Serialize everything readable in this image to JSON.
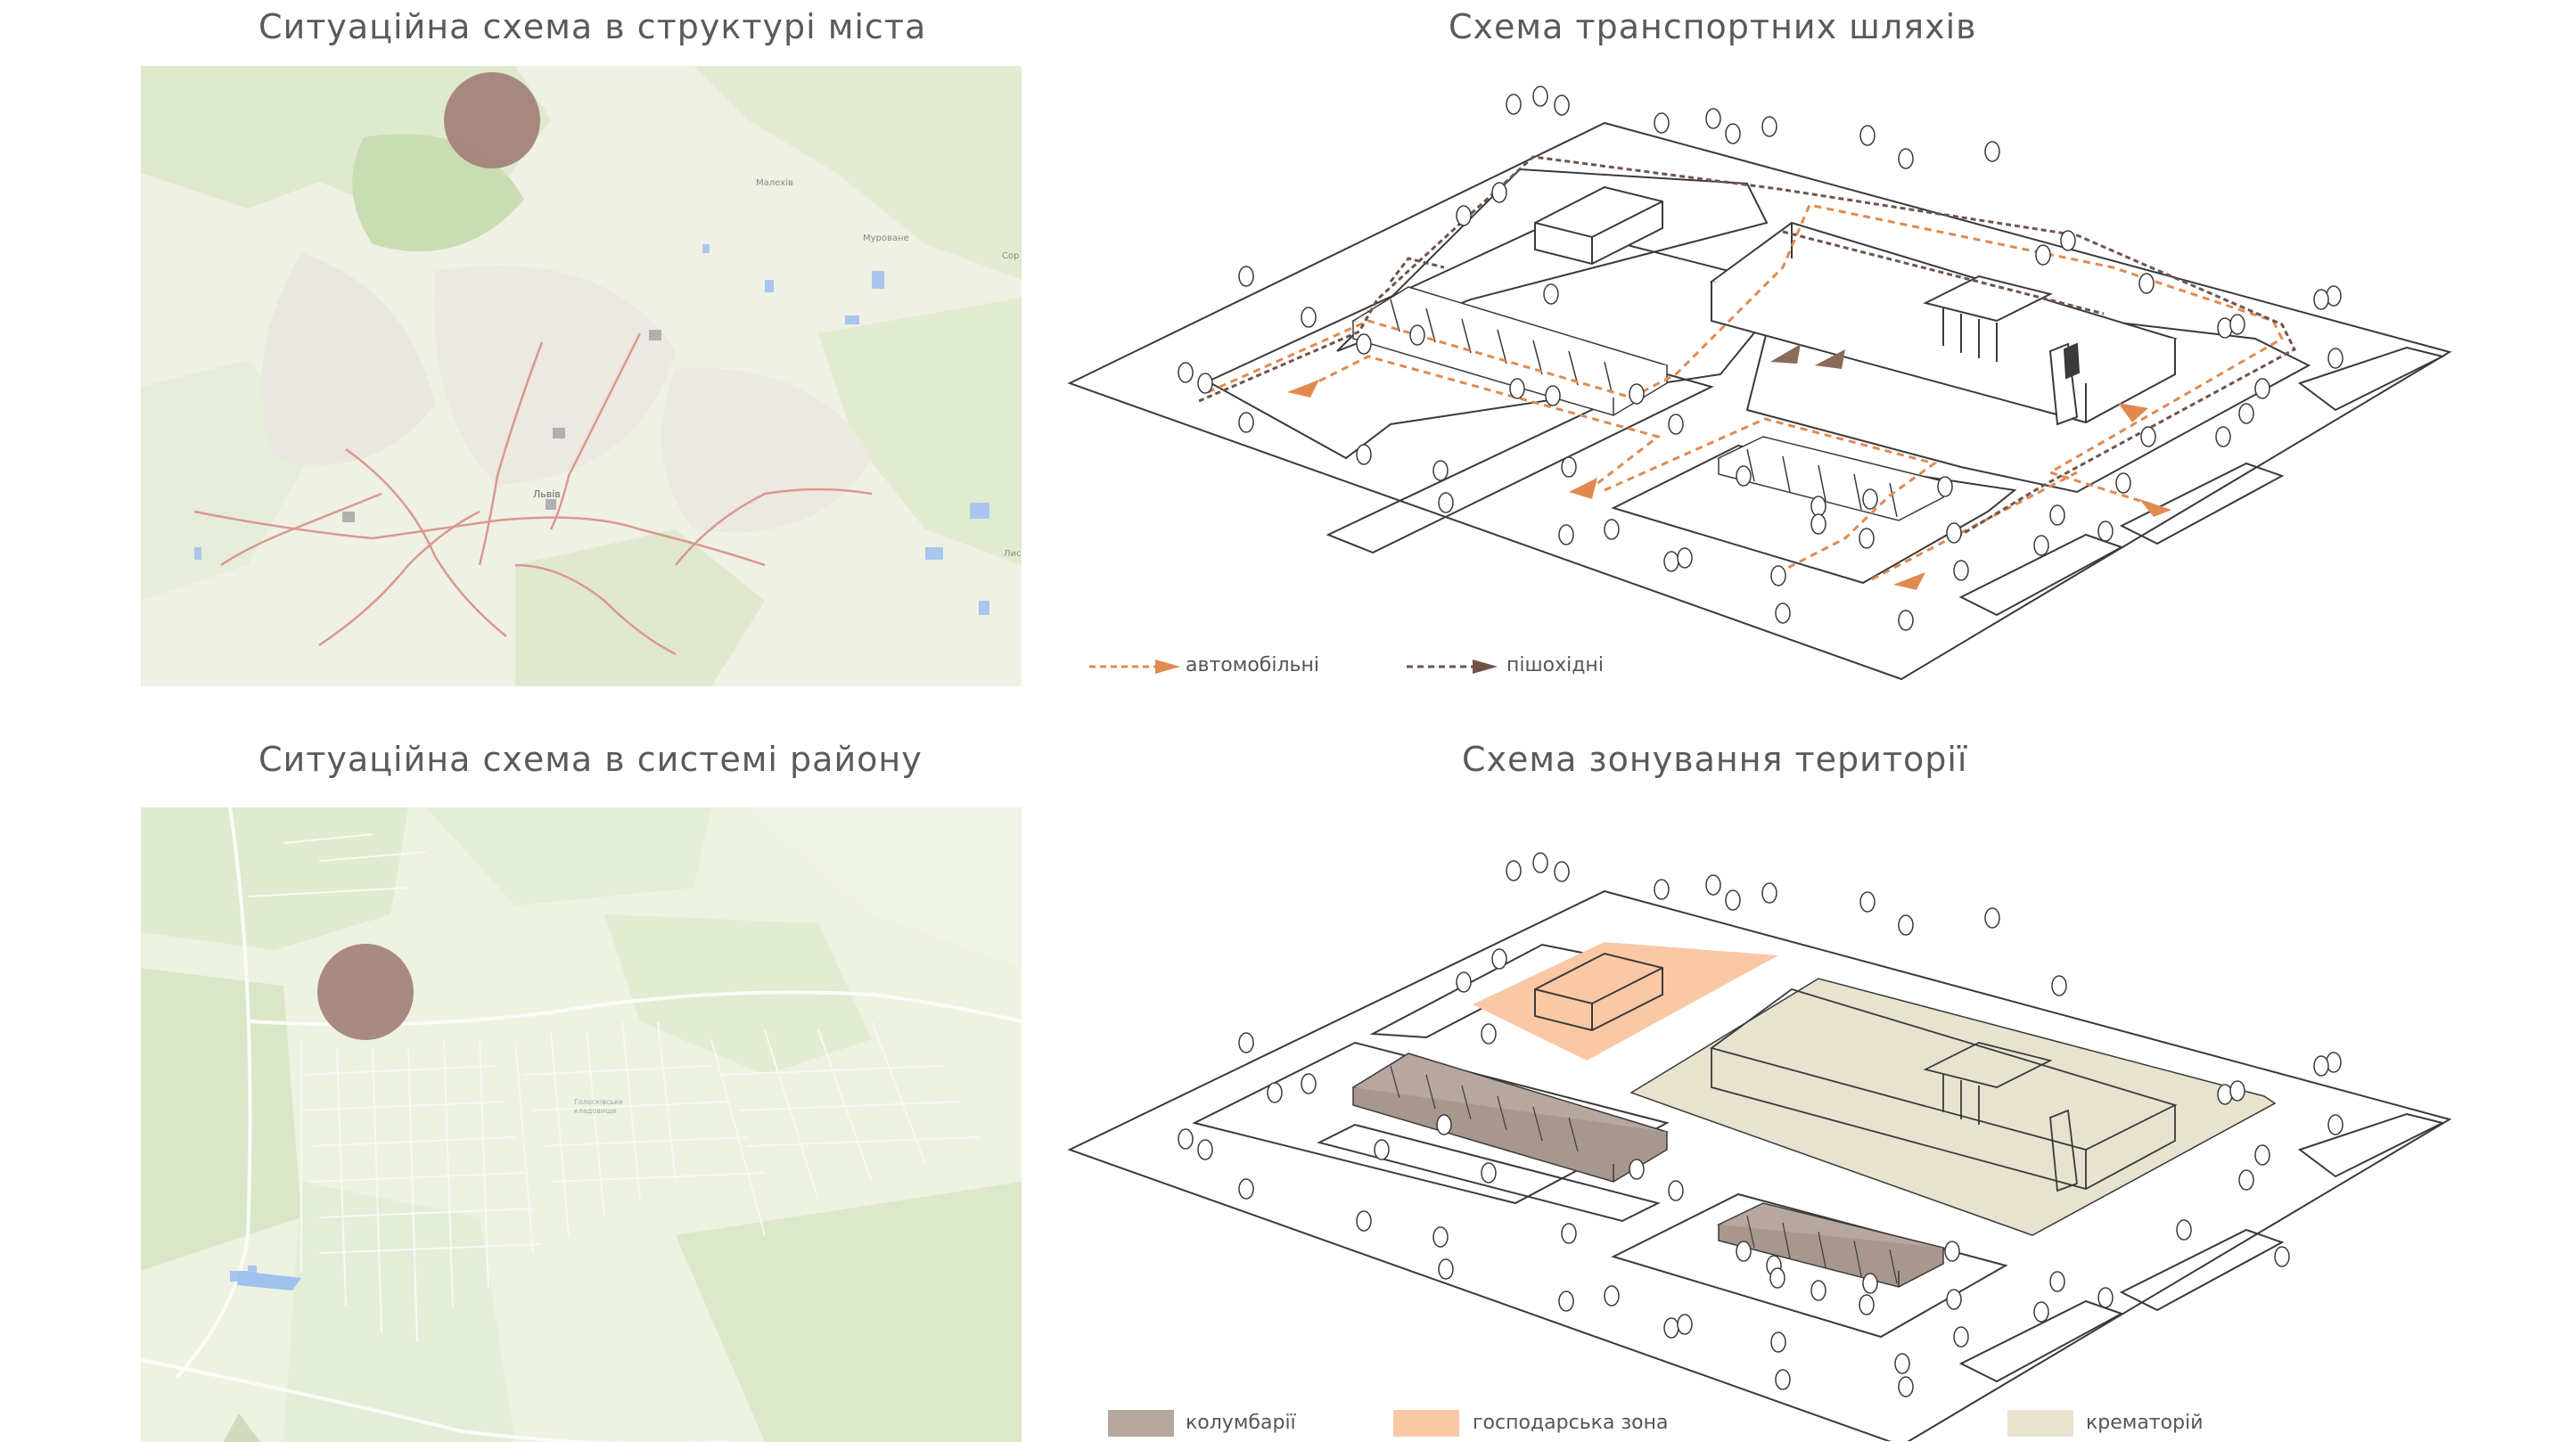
{
  "titles": {
    "city_scheme": "Ситуаційна схема в структурі міста",
    "transport_scheme": "Схема транспортних шляхів",
    "district_scheme": "Ситуаційна схема в системі району",
    "zoning_scheme": "Схема зонування території"
  },
  "city_map_labels": {
    "malekhiv": "Малехів",
    "murovane": "Муроване",
    "lviv": "Львів",
    "sorok": "Сор",
    "lis": "Лис"
  },
  "district_map_labels": {
    "cemetery": "Голосківське кладовище"
  },
  "transport_legend": {
    "car": "автомобільні",
    "pedestrian": "пішохідні"
  },
  "zoning_legend": {
    "columbarium": "колумбарії",
    "utility": "господарська зона",
    "crematorium": "крематорій"
  },
  "colors": {
    "marker": "#a07e76",
    "car_route": "#e08a50",
    "pedestrian_route": "#6f5448",
    "columbarium": "#b7a79e",
    "utility": "#fbc8a6",
    "crematorium": "#e7e3cf",
    "map_bg": "#eef1e4",
    "map_green": "#dbe8c9"
  }
}
